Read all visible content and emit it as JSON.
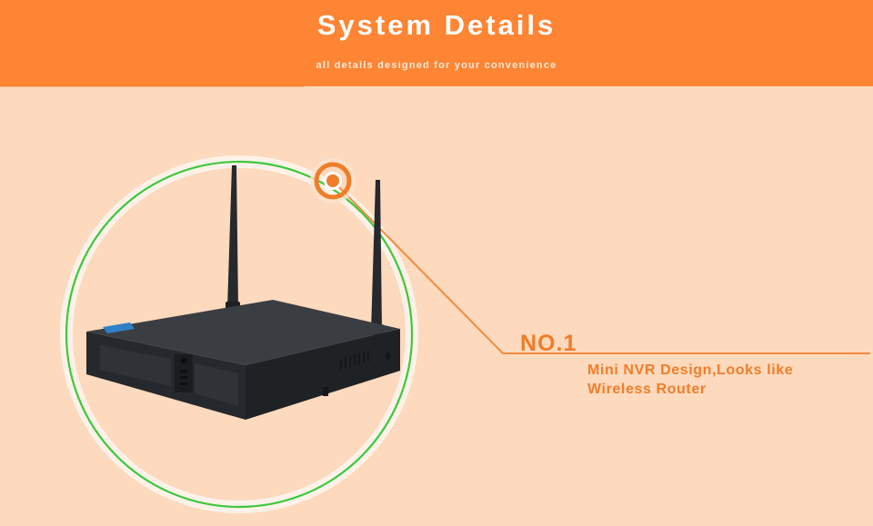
{
  "header": {
    "title": "System Details",
    "subtitle": "all details designed for your convenience"
  },
  "callout": {
    "number": "NO.1",
    "description_line1": "Mini NVR Design,Looks like",
    "description_line2": "Wireless Router"
  },
  "colors": {
    "header_bg": "#fd8533",
    "page_bg": "#fdd9bd",
    "accent": "#f07d28",
    "ring": "#3cc83c"
  },
  "icons": [
    "target-marker-icon",
    "nvr-device-image"
  ]
}
